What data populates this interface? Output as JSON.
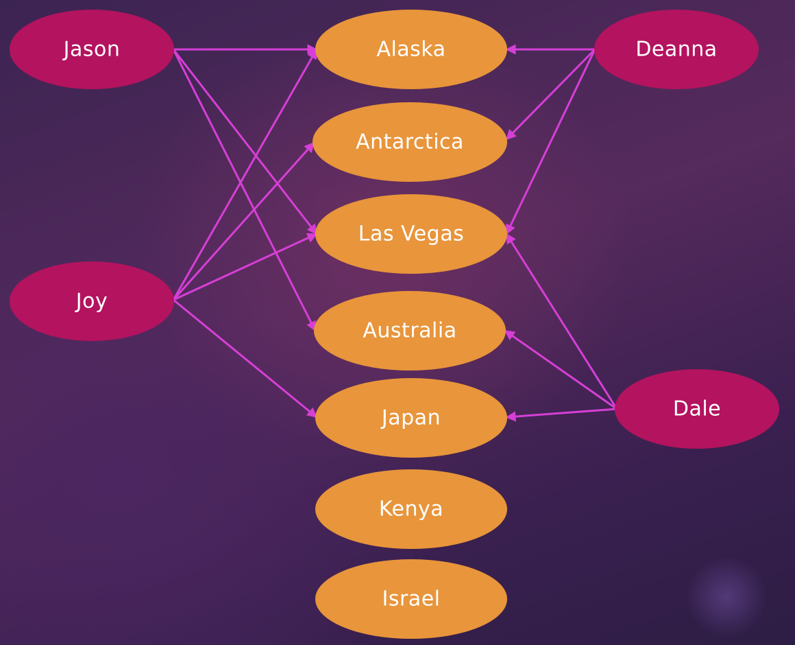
{
  "colors": {
    "person_fill": "#b3135f",
    "destination_fill": "#e8953b",
    "edge": "#d63fd6",
    "text": "#ffffff"
  },
  "people": [
    {
      "id": "jason",
      "label": "Jason"
    },
    {
      "id": "joy",
      "label": "Joy"
    },
    {
      "id": "deanna",
      "label": "Deanna"
    },
    {
      "id": "dale",
      "label": "Dale"
    }
  ],
  "destinations": [
    {
      "id": "alaska",
      "label": "Alaska"
    },
    {
      "id": "antarctica",
      "label": "Antarctica"
    },
    {
      "id": "las-vegas",
      "label": "Las Vegas"
    },
    {
      "id": "australia",
      "label": "Australia"
    },
    {
      "id": "japan",
      "label": "Japan"
    },
    {
      "id": "kenya",
      "label": "Kenya"
    },
    {
      "id": "israel",
      "label": "Israel"
    }
  ],
  "edges": [
    {
      "from": "jason",
      "to": "alaska"
    },
    {
      "from": "jason",
      "to": "las-vegas"
    },
    {
      "from": "jason",
      "to": "australia"
    },
    {
      "from": "joy",
      "to": "alaska"
    },
    {
      "from": "joy",
      "to": "antarctica"
    },
    {
      "from": "joy",
      "to": "las-vegas"
    },
    {
      "from": "joy",
      "to": "japan"
    },
    {
      "from": "deanna",
      "to": "alaska"
    },
    {
      "from": "deanna",
      "to": "antarctica"
    },
    {
      "from": "deanna",
      "to": "las-vegas"
    },
    {
      "from": "dale",
      "to": "las-vegas"
    },
    {
      "from": "dale",
      "to": "australia"
    },
    {
      "from": "dale",
      "to": "japan"
    }
  ]
}
